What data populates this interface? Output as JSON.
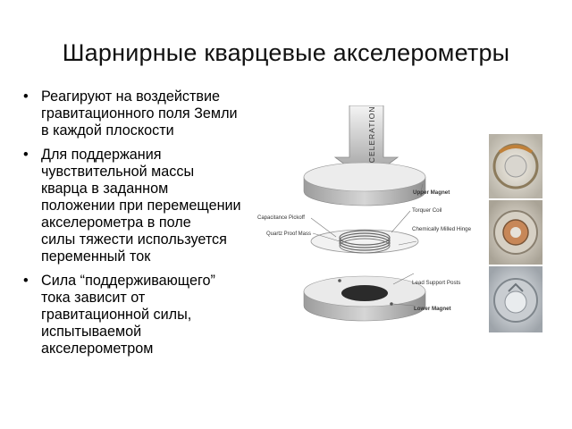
{
  "slide": {
    "title": "Шарнирные кварцевые акселерометры",
    "bullets": [
      "Реагируют на воздействие\nгравитационного поля Земли\nв каждой плоскости",
      "Для поддержания\nчувствительной массы\nкварца в заданном\nположении при перемещении\nакселерометра в поле\nсилы тяжести используется\nпеременный ток",
      "Сила “поддерживающего”\nтока зависит от\nгравитационной силы,\nиспытываемой\nакселерометром"
    ],
    "bullet_symbol": "•"
  },
  "diagram": {
    "arrow_label": "ACCELERATION",
    "labels": {
      "upper_magnet": "Upper Magnet",
      "capacitance_pickoff": "Capacitance Pickoff",
      "torquer_coil": "Torquer Coil",
      "quartz_proof_mass": "Quartz Proof Mass",
      "chemically_milled_hinge": "Chemically Milled Hinge",
      "lead_support_posts": "Lead Support Posts",
      "lower_magnet": "Lower Magnet"
    }
  },
  "colors": {
    "title": "#111111",
    "disc_face": "#e8e8e8",
    "disc_side": "#b5b5b5",
    "magnet_core": "#2b2b2b"
  }
}
